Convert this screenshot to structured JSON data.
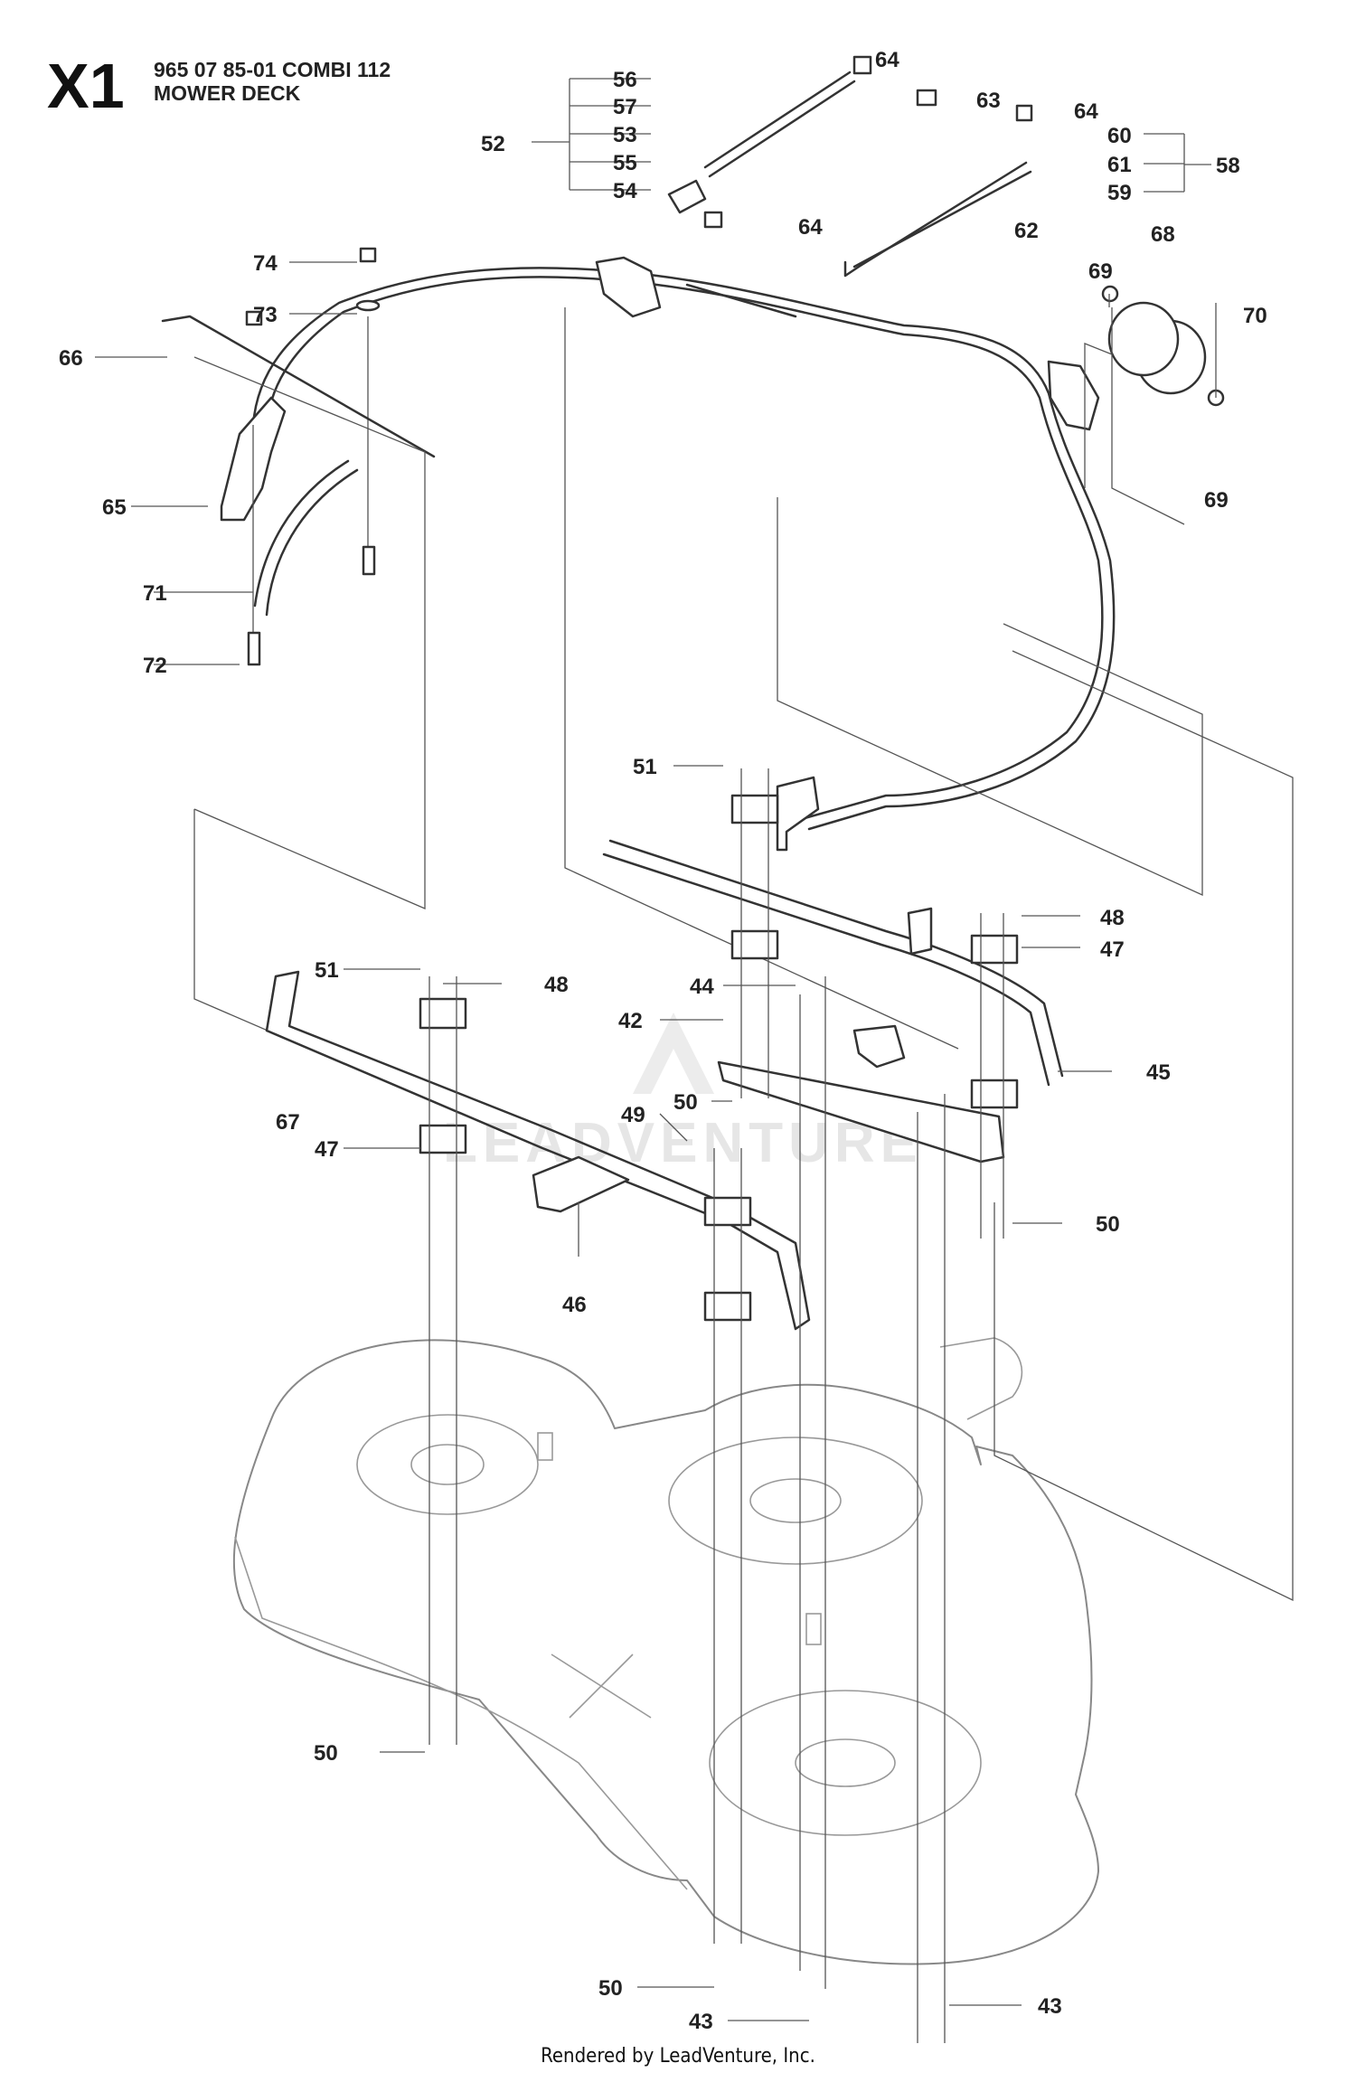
{
  "header": {
    "sheet_code": "X1",
    "part_number_line": "965 07 85-01 COMBI 112",
    "assembly_title": "MOWER DECK"
  },
  "watermark": "LEADVENTURE",
  "callouts": [
    "56",
    "57",
    "53",
    "55",
    "54",
    "52",
    "64",
    "63",
    "64",
    "60",
    "61",
    "62",
    "59",
    "58",
    "64",
    "74",
    "73",
    "66",
    "65",
    "71",
    "72",
    "68",
    "69",
    "70",
    "69",
    "51",
    "51",
    "48",
    "48",
    "47",
    "47",
    "44",
    "42",
    "45",
    "50",
    "49",
    "67",
    "46",
    "50",
    "50",
    "50",
    "43",
    "43"
  ],
  "footer": "Rendered by LeadVenture, Inc."
}
